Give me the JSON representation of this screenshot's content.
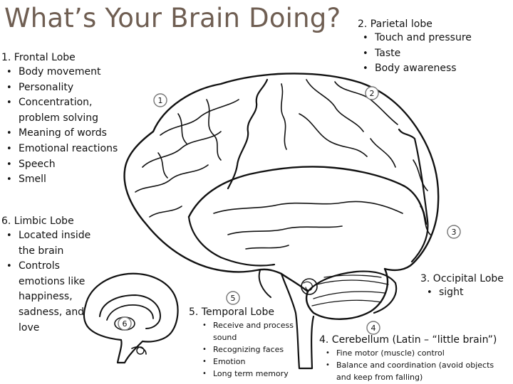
{
  "title": "What’s Your Brain Doing?",
  "lobes": {
    "frontal": {
      "number": "1",
      "heading": "1.   Frontal Lobe",
      "items": [
        "Body movement",
        "Personality",
        "Concentration, problem solving",
        "Meaning of words",
        "Emotional reactions",
        "Speech",
        "Smell"
      ]
    },
    "parietal": {
      "number": "2",
      "heading": "2. Parietal lobe",
      "items": [
        "Touch and pressure",
        "Taste",
        "Body awareness"
      ]
    },
    "occipital": {
      "number": "3",
      "heading": "3. Occipital Lobe",
      "items": [
        "sight"
      ]
    },
    "cerebellum": {
      "number": "4",
      "heading": "4. Cerebellum (Latin – “little brain”)",
      "items": [
        "Fine motor (muscle) control",
        "Balance and coordination (avoid objects and keep from falling)"
      ]
    },
    "temporal": {
      "number": "5",
      "heading": "5. Temporal Lobe",
      "items": [
        "Receive and process sound",
        "Recognizing faces",
        "Emotion",
        "Long term memory"
      ]
    },
    "limbic": {
      "number": "6",
      "heading": "6. Limbic Lobe",
      "items": [
        "Located inside the brain",
        "Controls emotions like happiness, sadness, and love"
      ]
    }
  }
}
